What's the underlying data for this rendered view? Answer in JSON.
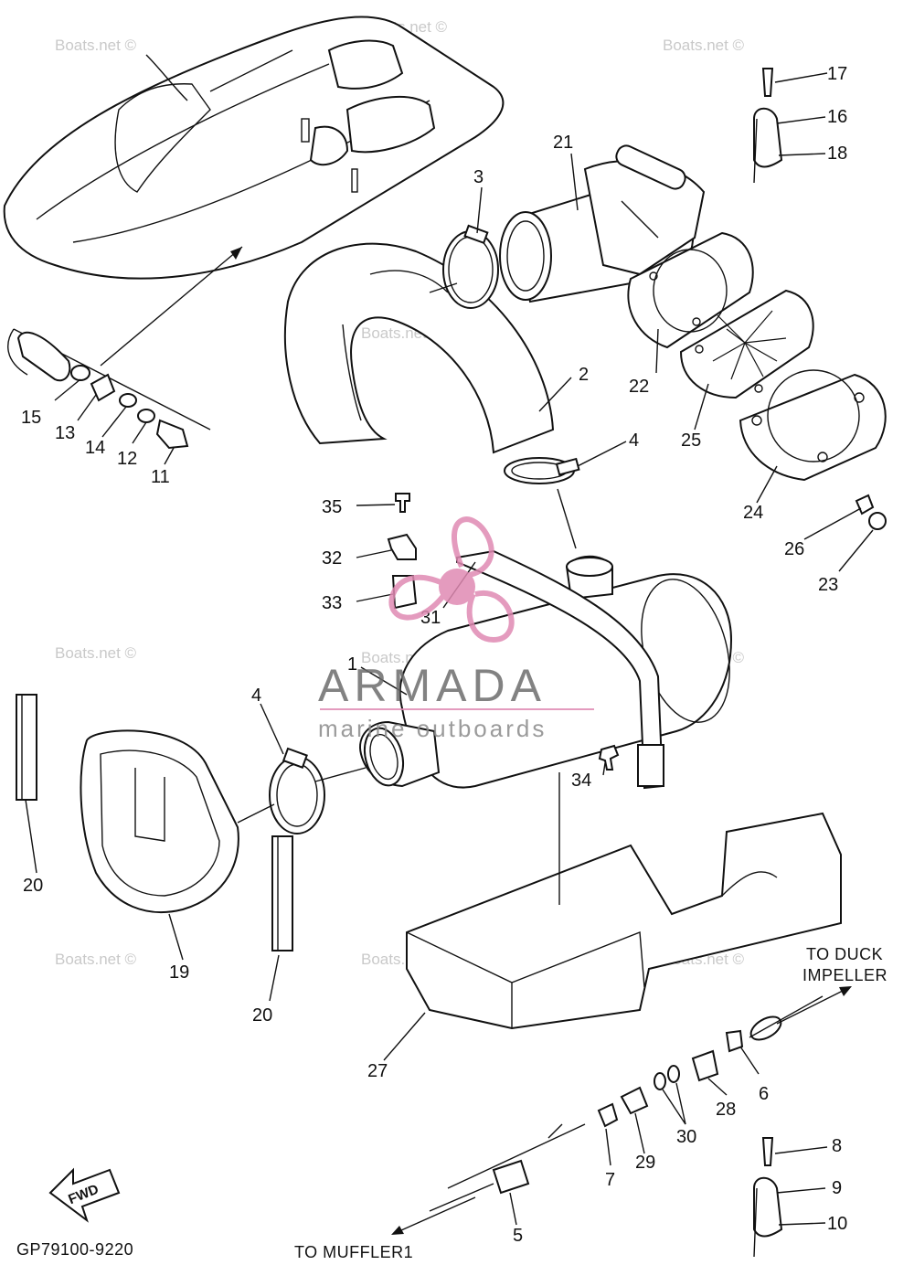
{
  "watermark": "Boats.net ©",
  "logo": {
    "name": "ARMADA",
    "tagline": "marine outboards",
    "accent_color": "#e08ab3"
  },
  "part_labels": [
    "1",
    "2",
    "3",
    "4",
    "4",
    "5",
    "6",
    "7",
    "8",
    "9",
    "10",
    "11",
    "12",
    "13",
    "14",
    "15",
    "16",
    "17",
    "18",
    "19",
    "20",
    "20",
    "21",
    "22",
    "23",
    "24",
    "25",
    "26",
    "27",
    "28",
    "29",
    "30",
    "31",
    "32",
    "33",
    "34",
    "35"
  ],
  "notes": {
    "to_duck_line1": "TO DUCK",
    "to_duck_line2": "IMPELLER",
    "to_muffler": "TO MUFFLER1",
    "fwd": "FWD",
    "diagram_code": "GP79100-9220"
  }
}
